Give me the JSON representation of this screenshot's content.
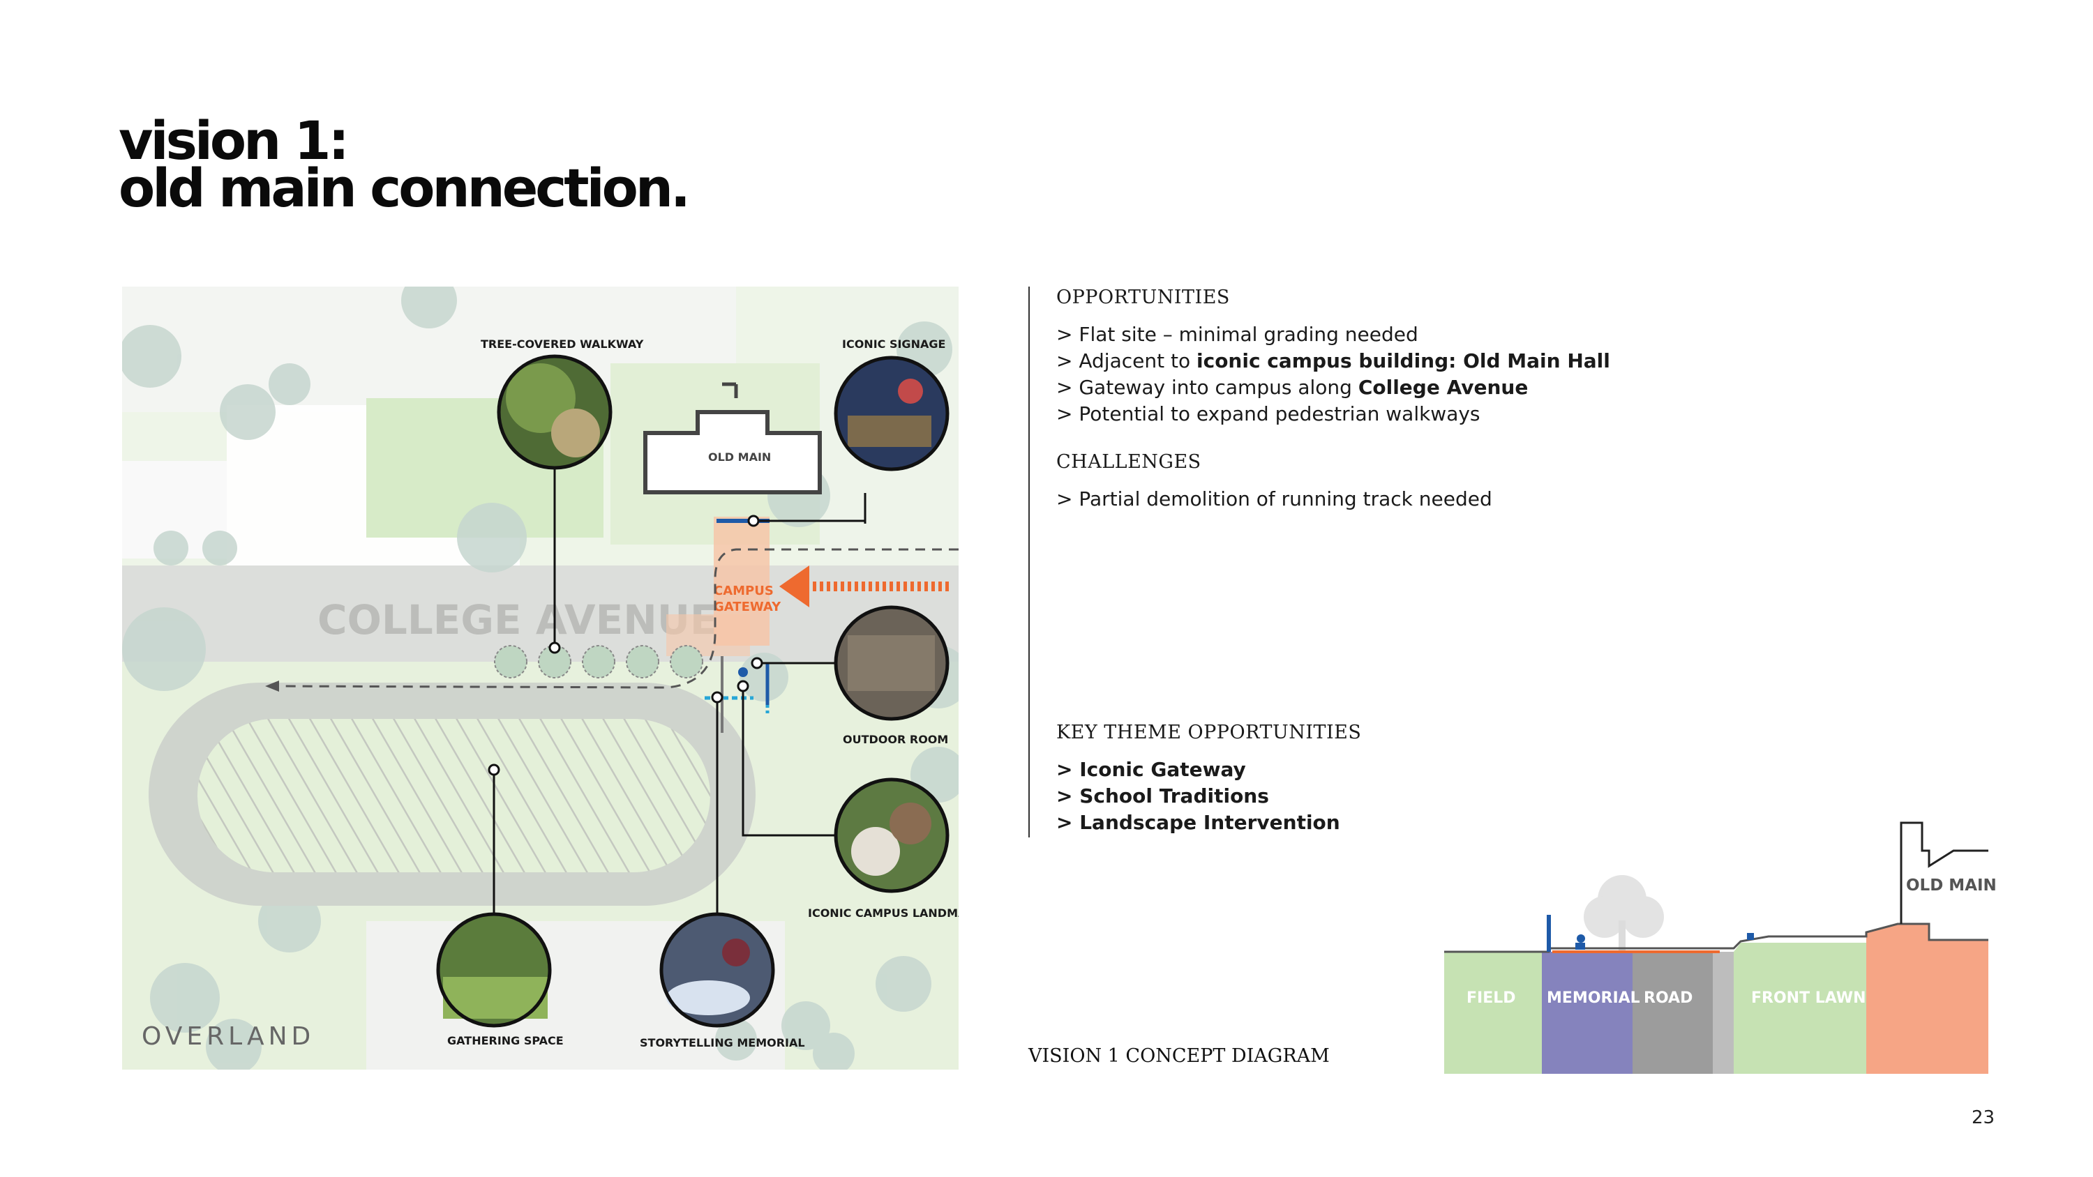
{
  "title": {
    "line1": "vision 1:",
    "line2": "old main connection."
  },
  "map": {
    "labels": {
      "tree_walkway": "TREE-COVERED WALKWAY",
      "iconic_signage": "ICONIC SIGNAGE",
      "old_main": "OLD MAIN",
      "college_avenue": "COLLEGE AVENUE",
      "campus_gateway_1": "CAMPUS",
      "campus_gateway_2": "GATEWAY",
      "outdoor_room": "OUTDOOR ROOM",
      "iconic_campus_landmark": "ICONIC CAMPUS LANDMARK",
      "gathering_space": "GATHERING SPACE",
      "storytelling_memorial": "STORYTELLING MEMORIAL",
      "logo": "OVERLAND"
    },
    "colors": {
      "accent": "#ee6a2f",
      "gateway": "#f6c6a8",
      "blue": "#1e5aa8",
      "lawn": "#d9ecc9"
    }
  },
  "opportunities": {
    "heading": "OPPORTUNITIES",
    "items": [
      {
        "pre": "> Flat site – minimal grading needed",
        "bold": "",
        "post": ""
      },
      {
        "pre": "> Adjacent to ",
        "bold": "iconic campus building: Old Main Hall",
        "post": ""
      },
      {
        "pre": "> Gateway into campus along ",
        "bold": "College Avenue",
        "post": ""
      },
      {
        "pre": "> Potential to expand pedestrian walkways",
        "bold": "",
        "post": ""
      }
    ]
  },
  "challenges": {
    "heading": "CHALLENGES",
    "items": [
      {
        "pre": "> Partial demolition of running track needed",
        "bold": "",
        "post": ""
      }
    ]
  },
  "key_themes": {
    "heading": "KEY THEME OPPORTUNITIES",
    "items": [
      "> Iconic Gateway",
      "> School Traditions",
      "> Landscape Intervention"
    ]
  },
  "diagram": {
    "caption": "VISION 1 CONCEPT DIAGRAM",
    "zones": [
      "FIELD",
      "MEMORIAL",
      "ROAD",
      "FRONT LAWN"
    ],
    "building_label": "OLD MAIN",
    "colors": {
      "field": "#c6e2b3",
      "memorial": "#8583bd",
      "road": "#9c9c9c",
      "lawn": "#c6e2b3",
      "building": "#f6a585"
    }
  },
  "page_number": "23"
}
